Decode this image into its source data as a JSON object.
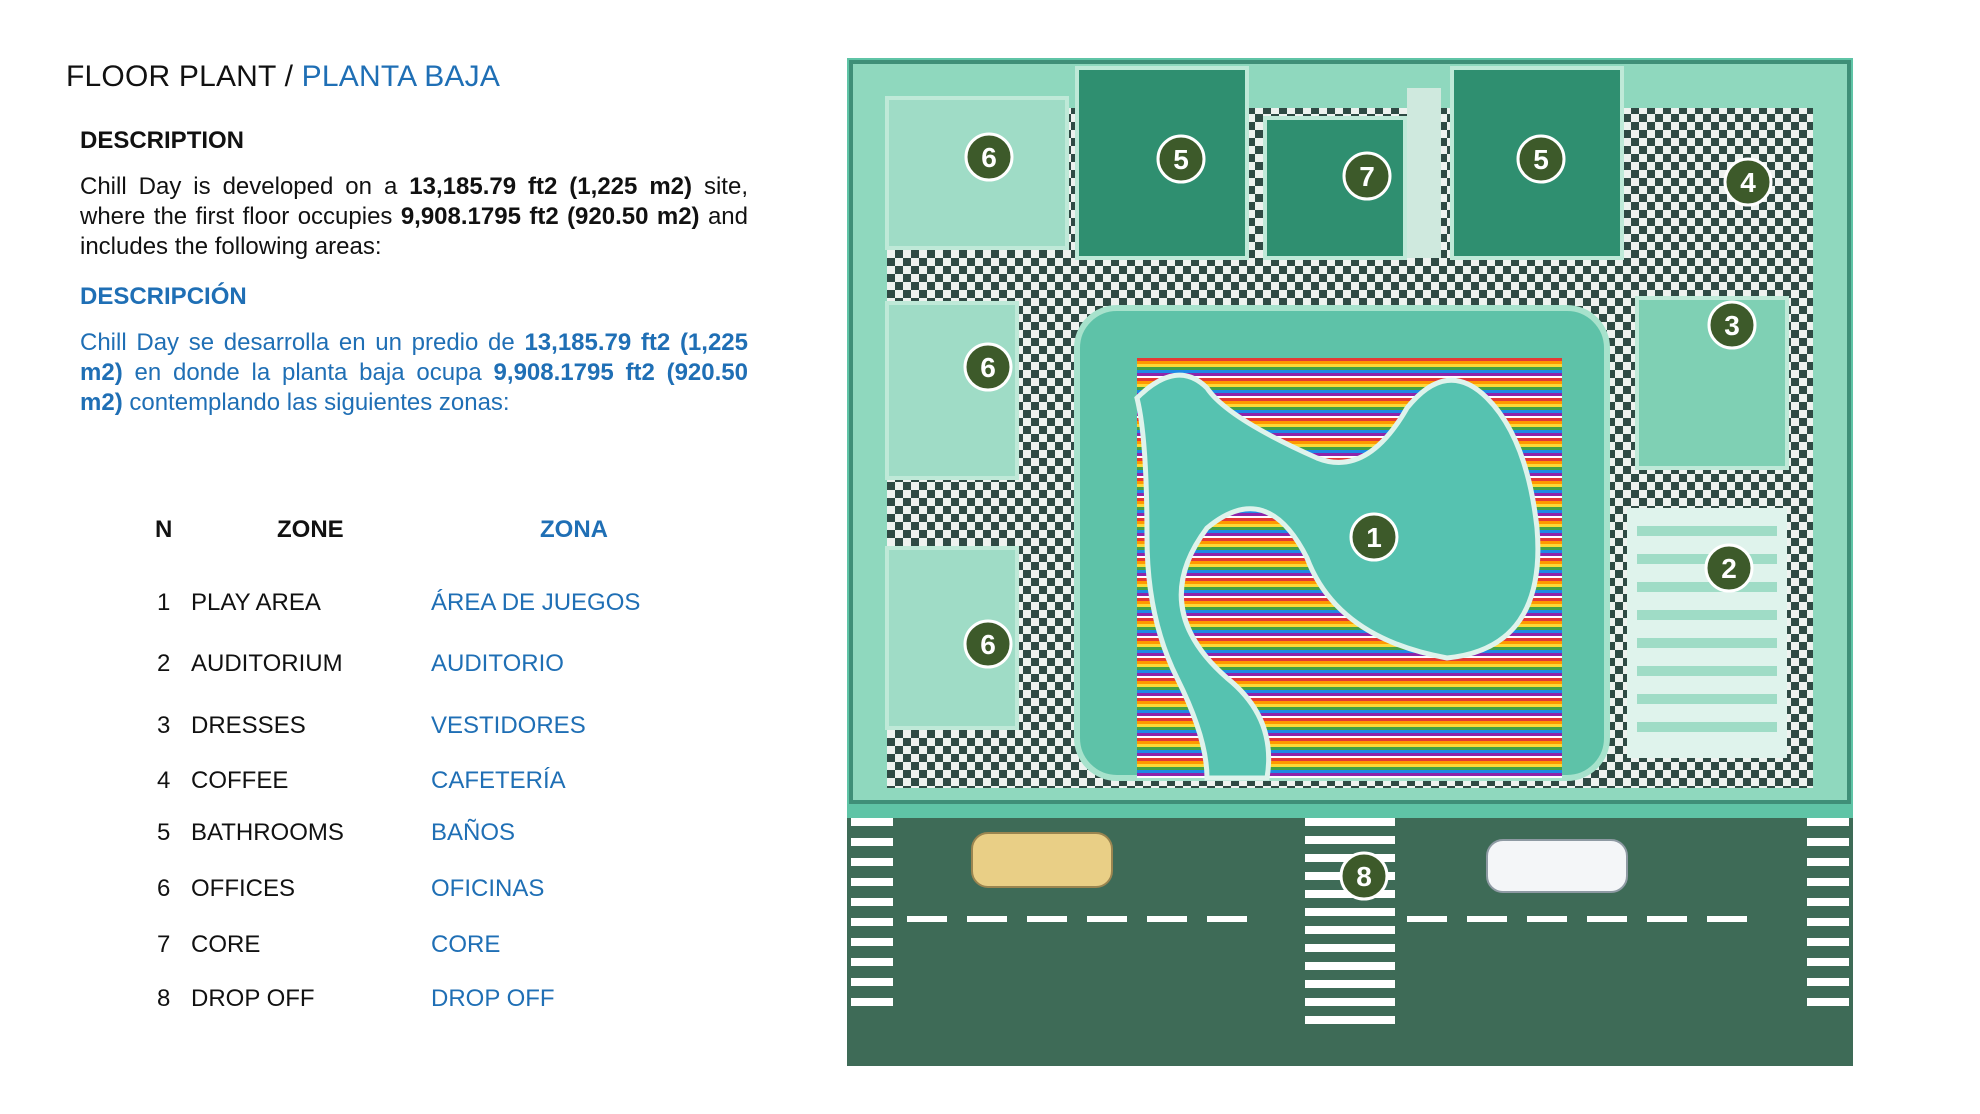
{
  "title": {
    "en": "FLOOR PLANT",
    "sep": " / ",
    "es": "PLANTA BAJA"
  },
  "description": {
    "en_heading": "DESCRIPTION",
    "en_parts": [
      {
        "t": "Chill Day is developed on a ",
        "b": false
      },
      {
        "t": "13,185.79 ft2 (1,225 m2)",
        "b": true
      },
      {
        "t": " site, where the first floor occupies ",
        "b": false
      },
      {
        "t": "9,908.1795 ft2 (920.50 m2)",
        "b": true
      },
      {
        "t": " and includes the following areas:",
        "b": false
      }
    ],
    "es_heading": "DESCRIPCIÓN",
    "es_parts": [
      {
        "t": "Chill Day se desarrolla en un predio de ",
        "b": false
      },
      {
        "t": "13,185.79 ft2 (1,225 m2)",
        "b": true
      },
      {
        "t": " en donde la planta baja ocupa ",
        "b": false
      },
      {
        "t": "9,908.1795 ft2 (920.50 m2)",
        "b": true
      },
      {
        "t": " contemplando las siguientes zonas:",
        "b": false
      }
    ]
  },
  "table": {
    "headers": {
      "n": "N",
      "zone": "ZONE",
      "zona": "ZONA"
    },
    "rows": [
      {
        "n": "1",
        "en": "PLAY AREA",
        "es": "ÁREA DE JUEGOS"
      },
      {
        "n": "2",
        "en": "AUDITORIUM",
        "es": "AUDITORIO"
      },
      {
        "n": "3",
        "en": "DRESSES",
        "es": "VESTIDORES"
      },
      {
        "n": "4",
        "en": "COFFEE",
        "es": "CAFETERÍA"
      },
      {
        "n": "5",
        "en": "BATHROOMS",
        "es": "BAÑOS"
      },
      {
        "n": "6",
        "en": "OFFICES",
        "es": "OFICINAS"
      },
      {
        "n": "7",
        "en": "CORE",
        "es": "CORE"
      },
      {
        "n": "8",
        "en": "DROP OFF",
        "es": "DROP OFF"
      }
    ]
  },
  "plan": {
    "markers": [
      "6",
      "5",
      "7",
      "5",
      "4",
      "3",
      "6",
      "1",
      "2",
      "6",
      "8"
    ],
    "colors": {
      "marker": "#3d5a2a",
      "floor": "#5fc4a6",
      "pool": "#56c2b0",
      "street": "#3e6b57"
    }
  }
}
